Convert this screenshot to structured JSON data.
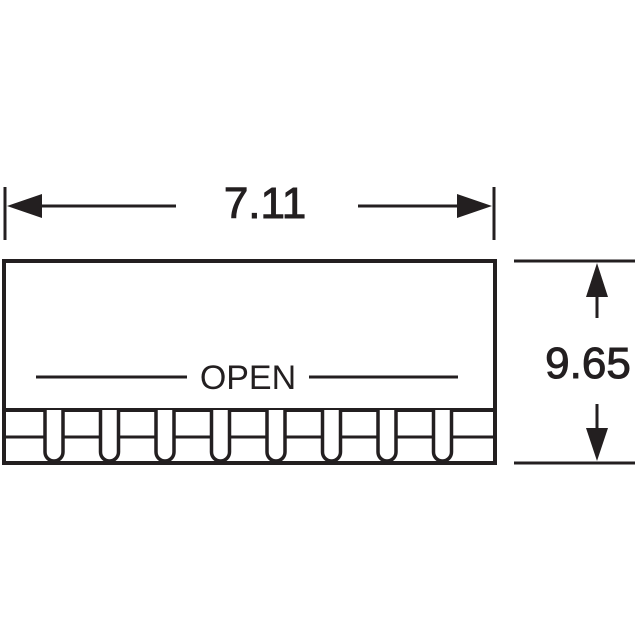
{
  "dimensions": {
    "width_label": "7.11",
    "height_label": "9.65"
  },
  "component": {
    "open_label": "OPEN",
    "pin_count": 8
  },
  "colors": {
    "stroke": "#231f20",
    "background": "#ffffff"
  }
}
